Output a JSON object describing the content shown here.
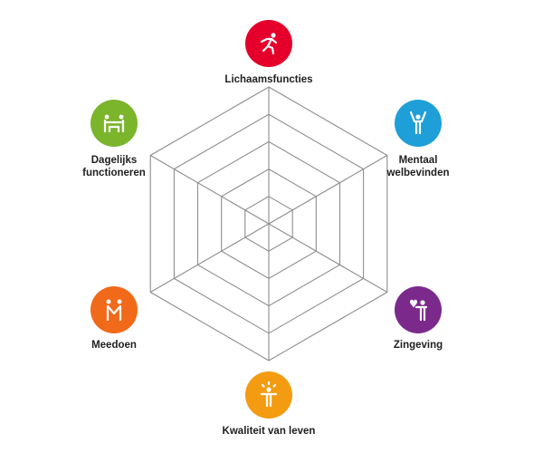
{
  "diagram": {
    "type": "hexagonal-radar",
    "levels": 5,
    "dimensions": [
      {
        "id": "lichaamsfuncties",
        "label_lines": [
          "Lichaamsfuncties"
        ],
        "color": "#e4002b",
        "icon": "running-person-icon"
      },
      {
        "id": "mentaal-welbevinden",
        "label_lines": [
          "Mentaal",
          "welbevinden"
        ],
        "color": "#1e9fd8",
        "icon": "person-arms-raised-icon"
      },
      {
        "id": "zingeving",
        "label_lines": [
          "Zingeving"
        ],
        "color": "#7b2a8c",
        "icon": "person-with-heart-icon"
      },
      {
        "id": "kwaliteit-van-leven",
        "label_lines": [
          "Kwaliteit van leven"
        ],
        "color": "#f39c12",
        "icon": "person-sparkle-icon"
      },
      {
        "id": "meedoen",
        "label_lines": [
          "Meedoen"
        ],
        "color": "#f06a1a",
        "icon": "two-people-holding-hands-icon"
      },
      {
        "id": "dagelijks-functioneren",
        "label_lines": [
          "Dagelijks",
          "functioneren"
        ],
        "color": "#7ab52c",
        "icon": "two-people-table-icon"
      }
    ]
  }
}
